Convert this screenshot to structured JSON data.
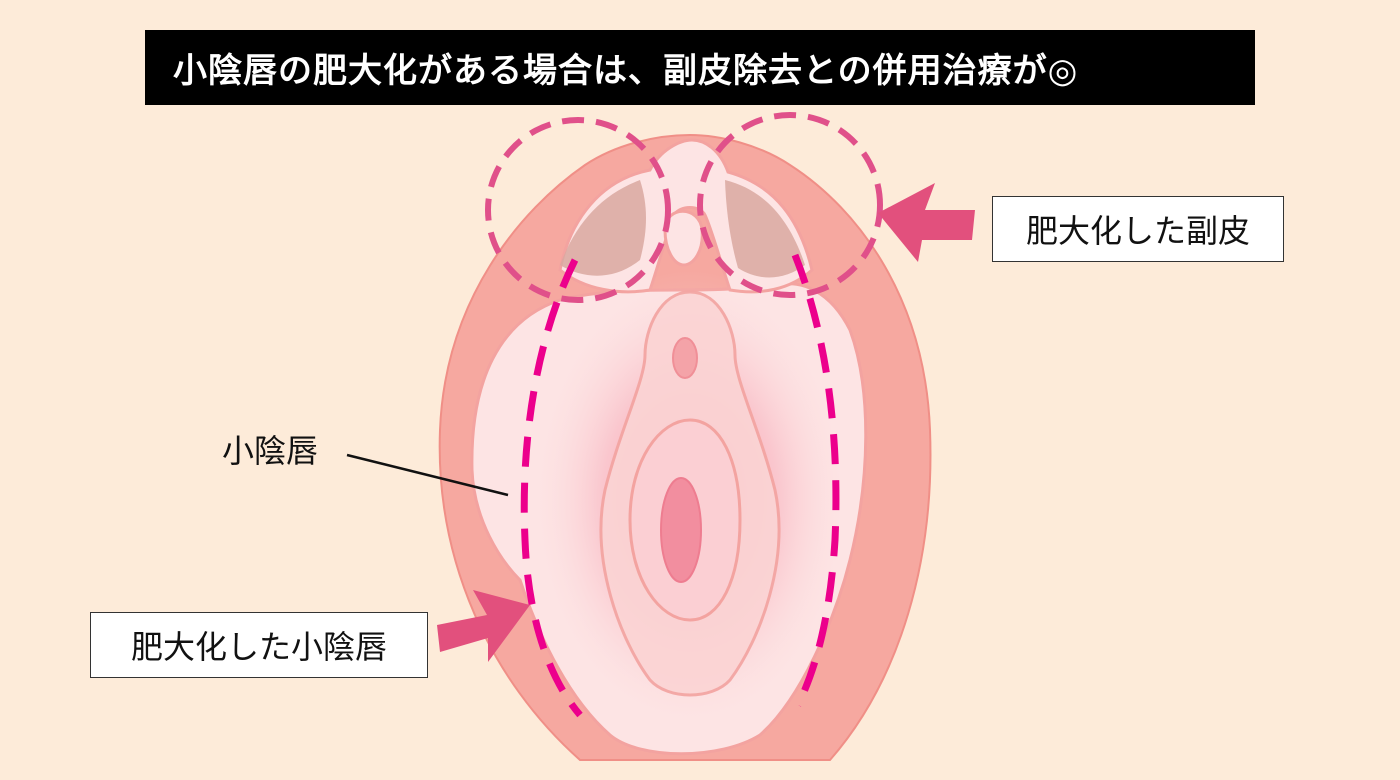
{
  "title": "小陰唇の肥大化がある場合は、副皮除去との併用治療が◎",
  "labels": {
    "hypertrophic_hood": "肥大化した副皮",
    "labia_minora": "小陰唇",
    "hypertrophic_labia": "肥大化した小陰唇"
  },
  "colors": {
    "background": "#fdebd9",
    "outer": "#f6a8a0",
    "inner": "#fde4e4",
    "dashed_accent": "#ec008c",
    "circle_dash": "#e0508a",
    "arrow": "#e2507d",
    "hood_shade": "#d9a8a0"
  }
}
